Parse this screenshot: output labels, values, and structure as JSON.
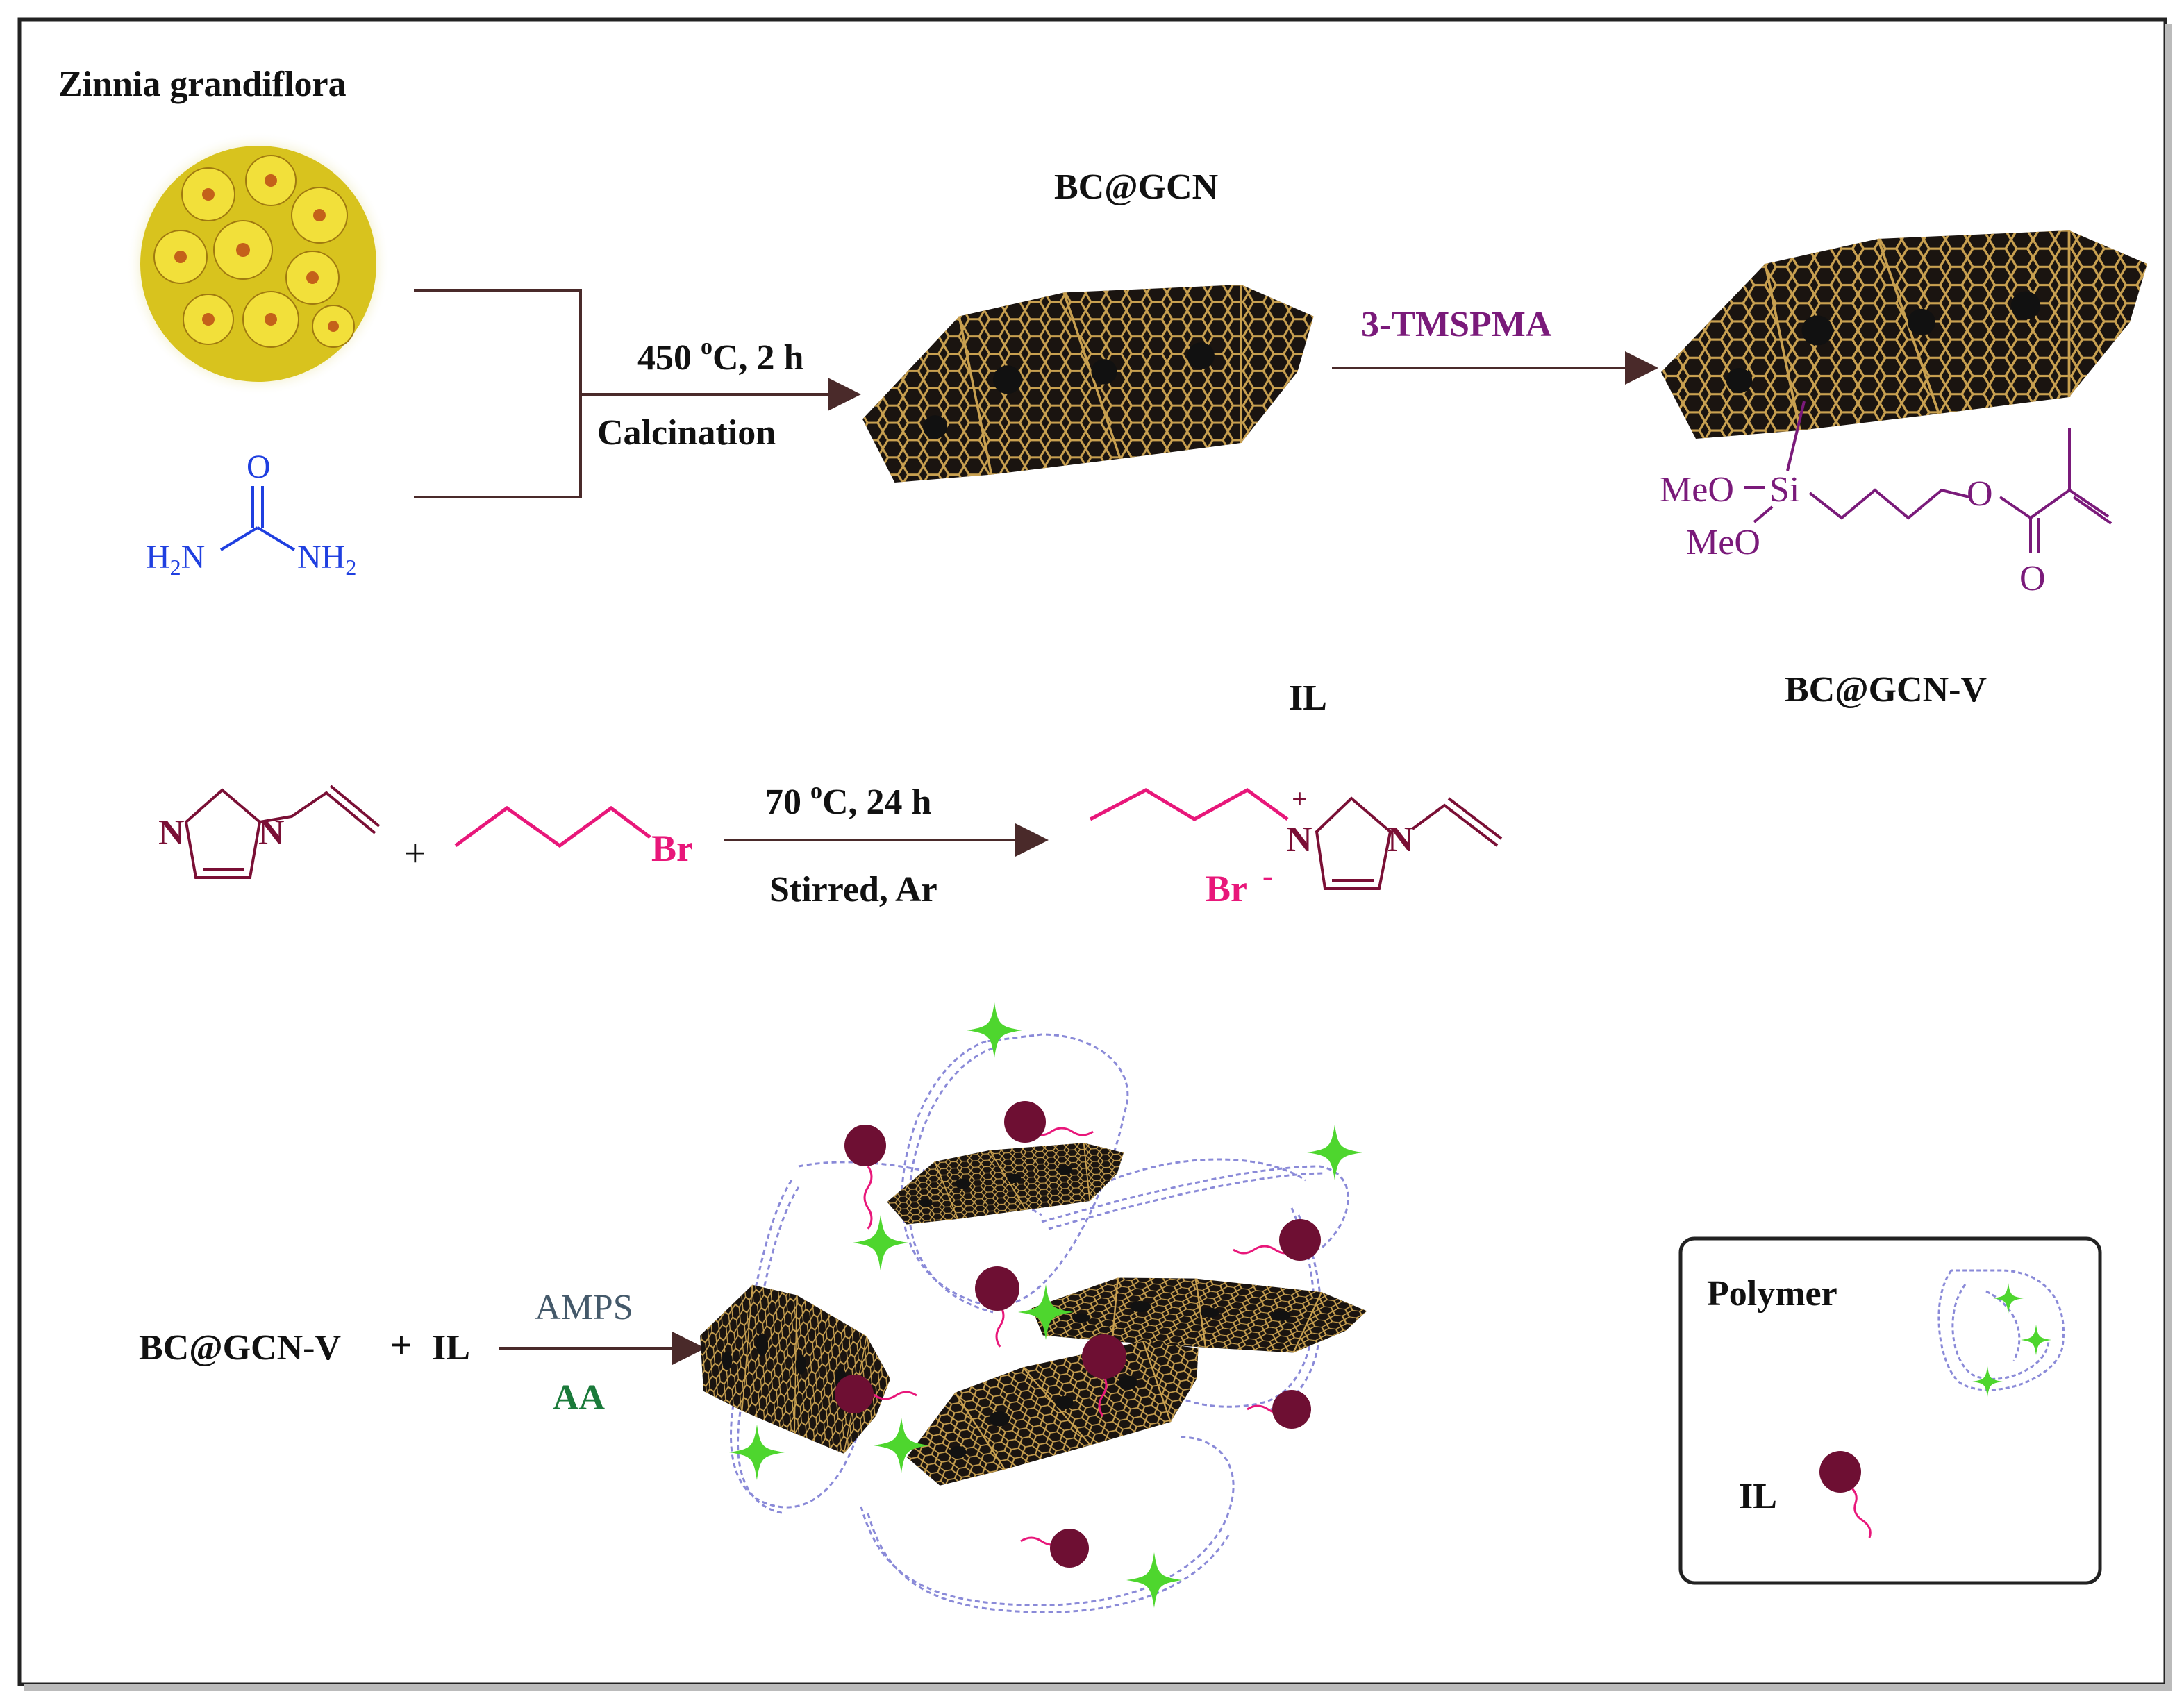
{
  "plant": {
    "name": "Zinnia grandiflora"
  },
  "urea": {
    "o": "O",
    "h2n": "H",
    "h2n_sub": "2",
    "h2n_tail": "N",
    "nh2": "NH",
    "nh2_sub": "2"
  },
  "step1": {
    "temp": "450 ",
    "temp_sup": "o",
    "temp_tail": "C, 2 h",
    "label": "Calcination",
    "product": "BC@GCN"
  },
  "step2": {
    "reagent": "3-TMSPMA",
    "product": "BC@GCN-V",
    "meo1": "MeO",
    "si": "Si",
    "meo2": "MeO",
    "o_ester": "O",
    "o_carbonyl": "O"
  },
  "step3": {
    "n_left": "N",
    "n_right": "N",
    "plus": "+",
    "br": "Br",
    "temp": "70 ",
    "temp_sup": "o",
    "temp_tail": "C, 24 h",
    "cond": "Stirred, Ar",
    "product": "IL",
    "n_plus_n": "N",
    "n_plus_charge": "+",
    "n_plus_right": "N",
    "br_anion": "Br",
    "br_charge": "-"
  },
  "step4": {
    "reactant_a": "BC@GCN-V",
    "plus": "+",
    "reactant_b": "IL",
    "reagent1": "AMPS",
    "reagent2": "AA"
  },
  "legend": {
    "polymer": "Polymer",
    "il": "IL"
  },
  "colors": {
    "urea": "#1f3fe0",
    "modifier": "#7a1a7a",
    "bromide": "#e8177a",
    "imidazole": "#7a0f35",
    "arrow": "#4a2a2a",
    "amps": "#44596a",
    "aa": "#1a7a3a",
    "sheet": "#c8a050",
    "star": "#4ed62e",
    "il_bead": "#6e0f33",
    "polymer": "#8a8ad8"
  }
}
